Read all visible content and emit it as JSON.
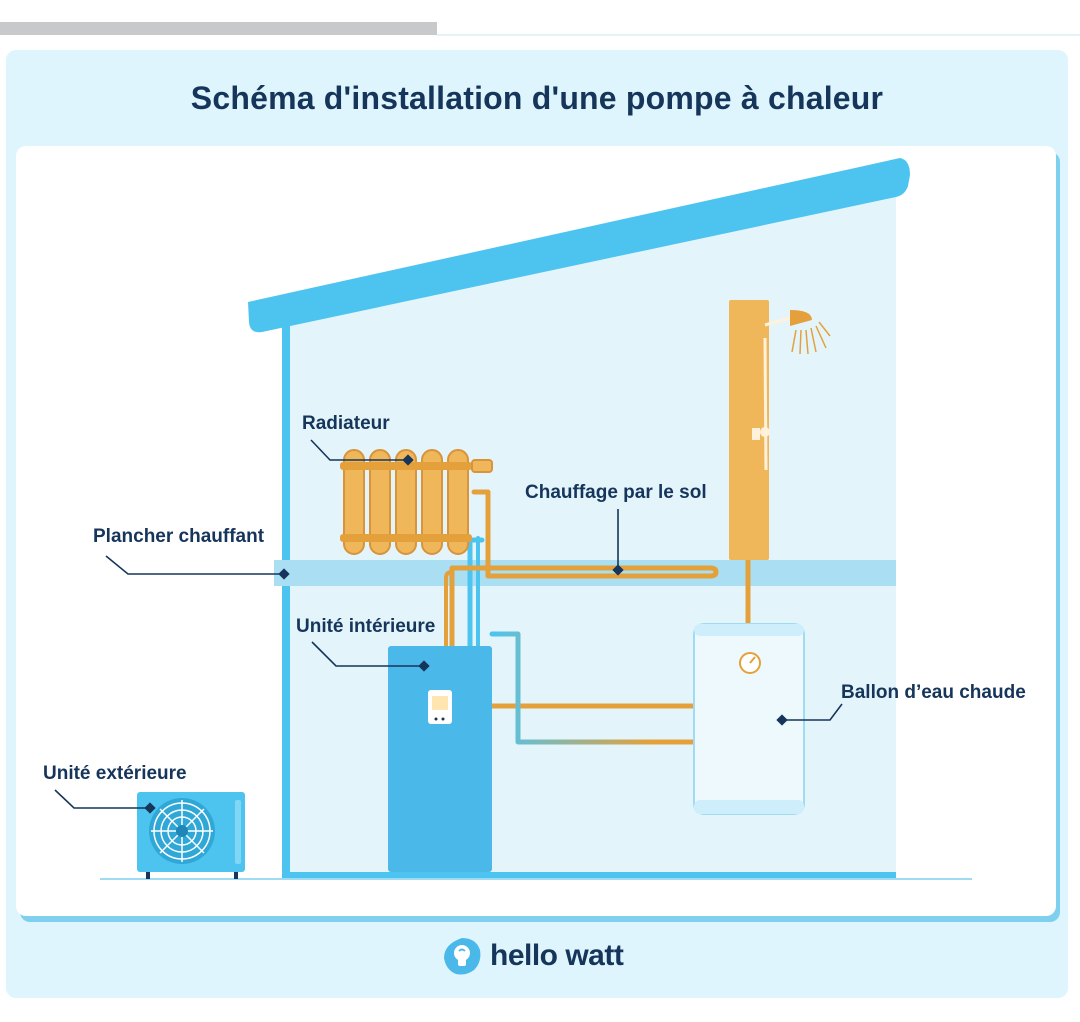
{
  "title": "Schéma d'installation d'une pompe à chaleur",
  "labels": {
    "radiateur": "Radiateur",
    "plancher": "Plancher chauffant",
    "chauffage_sol": "Chauffage par le sol",
    "unite_interieure": "Unité intérieure",
    "ballon": "Ballon d’eau chaude",
    "unite_exterieure": "Unité extérieure"
  },
  "brand": {
    "name": "hello watt",
    "icon": "lightbulb-icon"
  },
  "colors": {
    "structure_blue": "#4dc4f0",
    "pipe_orange": "#e4a13b",
    "orange_fill": "#f0b65a",
    "text_navy": "#16355a",
    "background_light": "#dff5fd"
  }
}
